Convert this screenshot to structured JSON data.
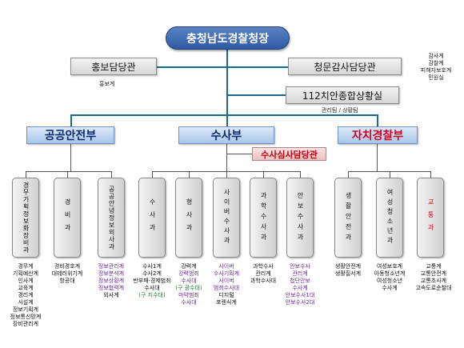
{
  "root": "충청남도경찰청장",
  "top_boxes": {
    "pr": "홍보담당관",
    "audit": "청문감사담당관",
    "situation": "112치안종합상황실"
  },
  "notes": {
    "pr_sub": "홍보계",
    "audit_sub": [
      "감사계",
      "감찰계",
      "피해자보호계",
      "민원실"
    ],
    "situation_sub": "관리팀 / 상황팀"
  },
  "bureaus": {
    "public_safety": "공공안전부",
    "investigation": "수사부",
    "autonomous": "자치경찰부",
    "review": "수사심사담당관"
  },
  "departments": [
    {
      "name": "경무기획정보화장비과",
      "duties": [
        "경무계",
        "기획예산계",
        "인사계",
        "교육계",
        "경리계",
        "시설계",
        "정보기획계",
        "정보통신망계",
        "장비관리계"
      ]
    },
    {
      "name": "경비과",
      "duties": [
        "경비경호계",
        "대테러위기계",
        "항공대"
      ]
    },
    {
      "name": "공공안녕정보외사과",
      "duties": [
        "정보관리계",
        "정보분석계",
        "정보상황계",
        "정보협력계",
        "외사계"
      ]
    },
    {
      "name": "수사과",
      "duties": [
        "수사1계",
        "수사2계",
        "반부패·경제범죄",
        "수사대",
        "(구 지수대)"
      ]
    },
    {
      "name": "형사과",
      "duties": [
        "강력계",
        "강력범죄",
        "수사대",
        "(구 광수대)",
        "마약범죄",
        "수사대"
      ]
    },
    {
      "name": "사이버수사과",
      "duties": [
        "사이버",
        "수사기획계",
        "사이버",
        "범죄수사대",
        "디지털",
        "포렌식계"
      ]
    },
    {
      "name": "과학수사과",
      "duties": [
        "과학수사",
        "관리계",
        "과학수사대"
      ]
    },
    {
      "name": "안보수사과",
      "duties": [
        "안보수사",
        "관리계",
        "첩단안보",
        "수사계",
        "안보수사1대",
        "안보수사2대"
      ]
    },
    {
      "name": "생활안전과",
      "duties": [
        "생활안전계",
        "생활질서계"
      ]
    },
    {
      "name": "여성청소년과",
      "duties": [
        "여성보호계",
        "아동청소년계",
        "여성청소년",
        "수사계"
      ]
    },
    {
      "name": "교통과",
      "duties": [
        "교통계",
        "교통안전계",
        "교통조사계",
        "고속도로순찰대"
      ]
    }
  ]
}
